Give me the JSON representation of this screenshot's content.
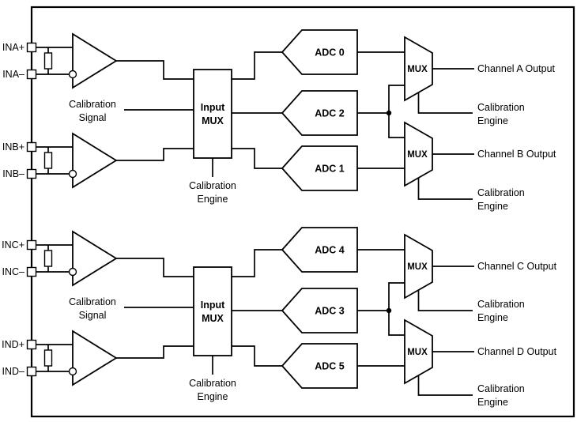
{
  "diagram": {
    "pins": {
      "ina_plus": "INA+",
      "ina_minus": "INA–",
      "inb_plus": "INB+",
      "inb_minus": "INB–",
      "inc_plus": "INC+",
      "inc_minus": "INC–",
      "ind_plus": "IND+",
      "ind_minus": "IND–"
    },
    "blocks": {
      "input_mux": {
        "line1": "Input",
        "line2": "MUX"
      },
      "mux": "MUX",
      "adc0": "ADC 0",
      "adc1": "ADC 1",
      "adc2": "ADC 2",
      "adc3": "ADC 3",
      "adc4": "ADC 4",
      "adc5": "ADC 5"
    },
    "labels": {
      "calibration_signal": {
        "line1": "Calibration",
        "line2": "Signal"
      },
      "calibration_engine": {
        "line1": "Calibration",
        "line2": "Engine"
      }
    },
    "outputs": {
      "channel_a": "Channel A Output",
      "channel_b": "Channel B Output",
      "channel_c": "Channel C Output",
      "channel_d": "Channel D Output"
    },
    "colors": {
      "line": "#000000",
      "text": "#000000",
      "background": "#ffffff"
    }
  }
}
